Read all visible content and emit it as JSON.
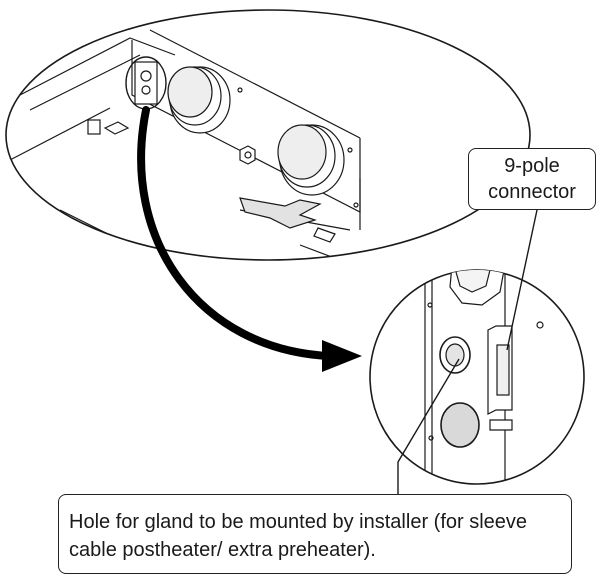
{
  "callouts": {
    "connector": {
      "line1": "9-pole",
      "line2": "connector"
    },
    "hole": {
      "line1": "Hole for gland to be mounted by installer (for sleeve",
      "line2": "cable postheater/ extra preheater)."
    }
  },
  "colors": {
    "line": "#1a1a1a",
    "plug_fill": "#d9d9d9",
    "arrow": "#000000",
    "background": "#ffffff"
  }
}
